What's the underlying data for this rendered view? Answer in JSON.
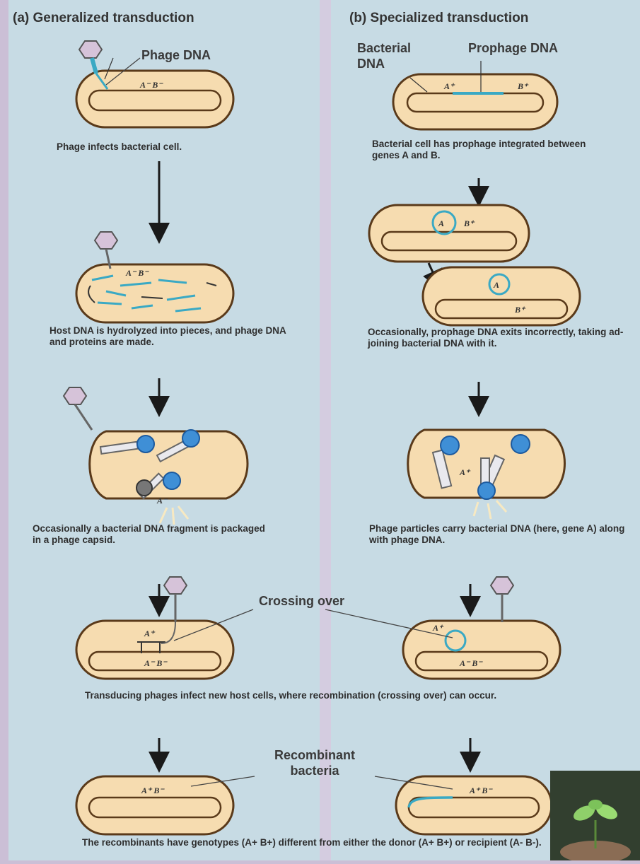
{
  "panels": {
    "a_title": "(a) Generalized transduction",
    "b_title": "(b) Specialized transduction"
  },
  "labels": {
    "phage_dna": "Phage DNA",
    "bacterial_dna": "Bacterial DNA",
    "prophage_dna": "Prophage DNA",
    "crossing_over": "Crossing over",
    "recombinant_bacteria": "Recombinant bacteria"
  },
  "captions": {
    "a1": "Phage infects bacterial cell.",
    "a2": "Host DNA is hydrolyzed into pieces, and phage DNA and proteins are made.",
    "a3": "Occasionally a bacterial DNA fragment is packaged in a phage capsid.",
    "b1": "Bacterial cell has prophage integrated between genes A and B.",
    "b2": "Occasionally, prophage DNA exits incorrectly, taking ad-joining bacterial DNA with it.",
    "b3": "Phage particles carry bacterial DNA (here, gene A) along with phage DNA.",
    "shared1": "Transducing phages infect new host cells, where recombination (crossing over) can occur.",
    "shared2": "The recombinants have genotypes (A+ B+) different from either the donor (A+ B+) or recipient (A- B-)."
  },
  "genes": {
    "a_plus": "A+",
    "a_minus": "A-",
    "b_plus": "B+",
    "b_minus": "B-"
  },
  "colors": {
    "background": "#cbbfd6",
    "panel": "#c7dbe4",
    "cell_fill": "#f6dcb0",
    "cell_stroke": "#5a3a1a",
    "dna_blue": "#3aa9c4",
    "phage_head": "#d6c3d9",
    "capsid_blue": "#3f8fd6"
  }
}
